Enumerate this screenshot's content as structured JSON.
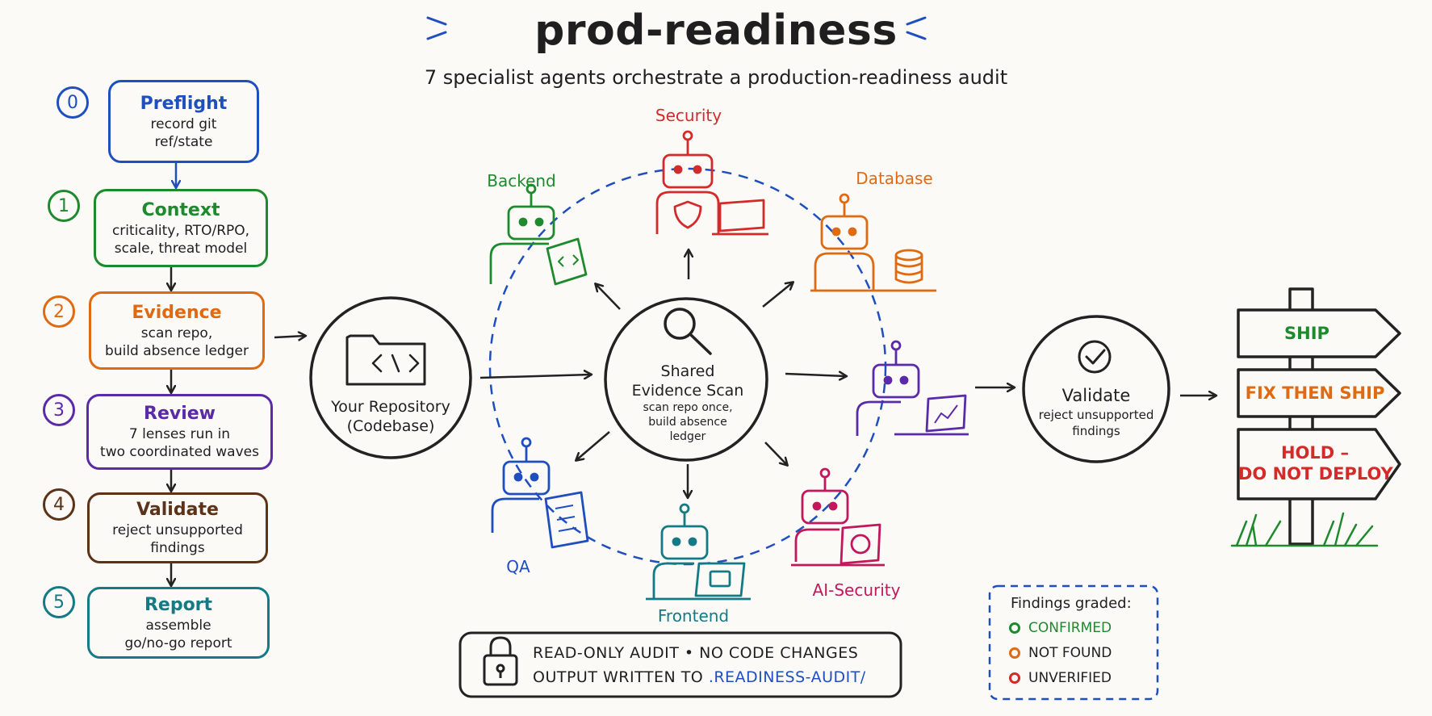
{
  "title": "prod-readiness",
  "subtitle": "7 specialist agents orchestrate a production-readiness audit",
  "steps": [
    {
      "num": "0",
      "title": "Preflight",
      "desc1": "record git",
      "desc2": "ref/state",
      "color": "#1f4fbf"
    },
    {
      "num": "1",
      "title": "Context",
      "desc1": "criticality, RTO/RPO,",
      "desc2": "scale, threat model",
      "color": "#1e8a2e"
    },
    {
      "num": "2",
      "title": "Evidence",
      "desc1": "scan repo,",
      "desc2": "build absence ledger",
      "color": "#e06a12"
    },
    {
      "num": "3",
      "title": "Review",
      "desc1": "7 lenses run in",
      "desc2": "two coordinated waves",
      "color": "#5a2aa8"
    },
    {
      "num": "4",
      "title": "Validate",
      "desc1": "reject unsupported",
      "desc2": "findings",
      "color": "#5c3218"
    },
    {
      "num": "5",
      "title": "Report",
      "desc1": "assemble",
      "desc2": "go/no-go report",
      "color": "#137a86"
    }
  ],
  "repository": {
    "title": "Your Repository",
    "subtitle": "(Codebase)"
  },
  "shared_scan": {
    "title1": "Shared",
    "title2": "Evidence Scan",
    "desc1": "scan repo once,",
    "desc2": "build absence",
    "desc3": "ledger"
  },
  "agents": [
    {
      "name": "Security",
      "color": "#d42a2a"
    },
    {
      "name": "Backend",
      "color": "#1e8a2e"
    },
    {
      "name": "Database",
      "color": "#e06a12"
    },
    {
      "name": "QA",
      "color": "#1f4fbf"
    },
    {
      "name": "Frontend",
      "color": "#137a86"
    },
    {
      "name": "AI-Security",
      "color": "#c2185b"
    }
  ],
  "validate": {
    "title": "Validate",
    "desc1": "reject unsupported",
    "desc2": "findings"
  },
  "signs": [
    {
      "label": "SHIP",
      "color": "#1e8a2e"
    },
    {
      "label": "FIX THEN SHIP",
      "color": "#e06a12"
    },
    {
      "label1": "HOLD –",
      "label2": "DO NOT DEPLOY",
      "color": "#d42a2a"
    }
  ],
  "audit": {
    "line1": "READ-ONLY AUDIT • NO CODE CHANGES",
    "line2_prefix": "OUTPUT WRITTEN TO ",
    "line2_path": ".READINESS-AUDIT/"
  },
  "legend": {
    "title": "Findings graded:",
    "items": [
      {
        "label": "CONFIRMED",
        "color": "#1e8a2e"
      },
      {
        "label": "NOT FOUND",
        "color": "#e06a12"
      },
      {
        "label": "UNVERIFIED",
        "color": "#d42a2a"
      }
    ]
  }
}
